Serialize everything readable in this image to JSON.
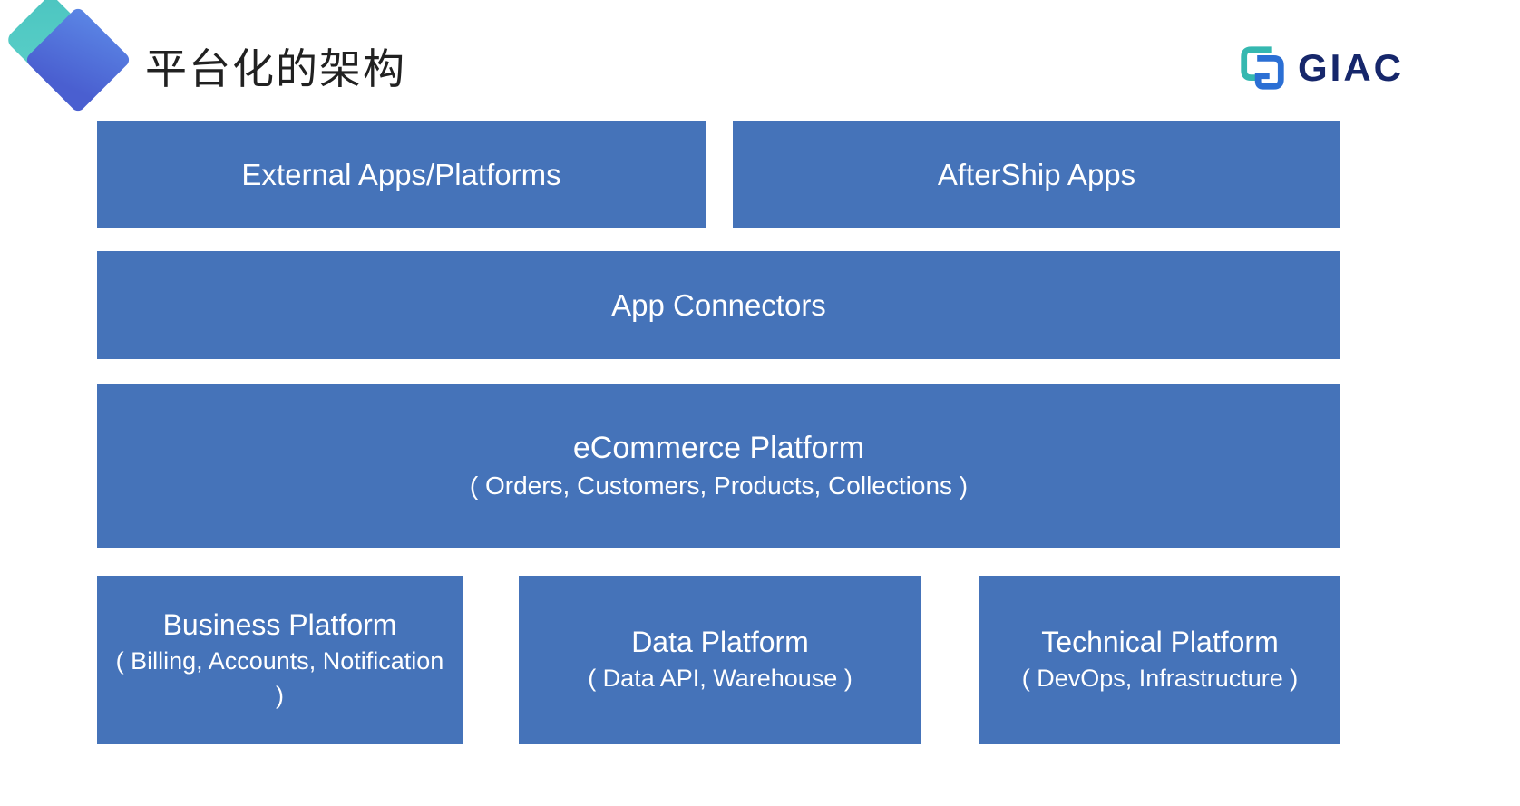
{
  "page": {
    "title": "平台化的架构"
  },
  "brand": {
    "name": "GIAC"
  },
  "colors": {
    "box": "#4573b9",
    "box_text": "#ffffff",
    "title": "#212121",
    "teal": "#4cc5c0",
    "blue": "#5b86e5",
    "brand_navy": "#16276b"
  },
  "diagram": {
    "external_apps": {
      "label": "External Apps/Platforms"
    },
    "aftership_apps": {
      "label": "AfterShip Apps"
    },
    "app_connectors": {
      "label": "App Connectors"
    },
    "ecommerce": {
      "title": "eCommerce Platform",
      "subtitle": "( Orders, Customers, Products, Collections )"
    },
    "business": {
      "title": "Business Platform",
      "subtitle": "( Billing, Accounts, Notification )"
    },
    "data": {
      "title": "Data Platform",
      "subtitle": "( Data API, Warehouse )"
    },
    "technical": {
      "title": "Technical Platform",
      "subtitle": "( DevOps, Infrastructure )"
    }
  }
}
